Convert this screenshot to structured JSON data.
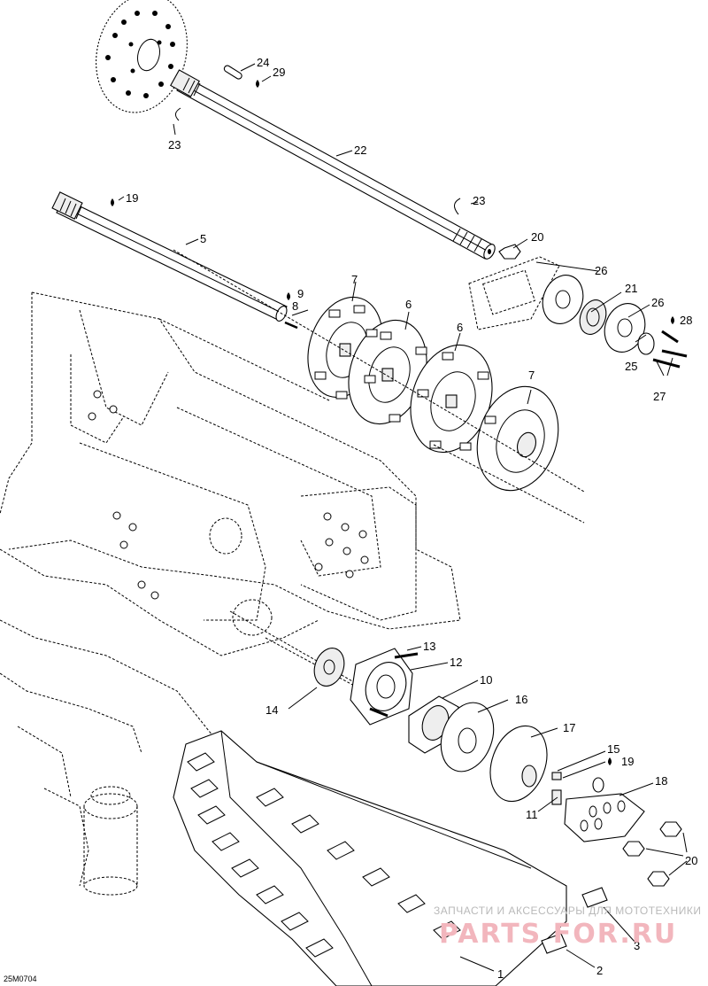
{
  "diagram": {
    "code": "25M0704",
    "callouts": [
      "24",
      "29",
      "23",
      "22",
      "23",
      "19",
      "5",
      "20",
      "26",
      "21",
      "26",
      "28",
      "7",
      "6",
      "9",
      "8",
      "6",
      "25",
      "27",
      "7",
      "13",
      "12",
      "10",
      "14",
      "16",
      "17",
      "15",
      "19",
      "18",
      "11",
      "20",
      "1",
      "2",
      "3"
    ],
    "watermark": {
      "line1": "ЗАПЧАСТИ И АКСЕССУАРЫ ДЛЯ МОТОТЕХНИКИ",
      "line2": "PARTS FOR.RU"
    }
  }
}
